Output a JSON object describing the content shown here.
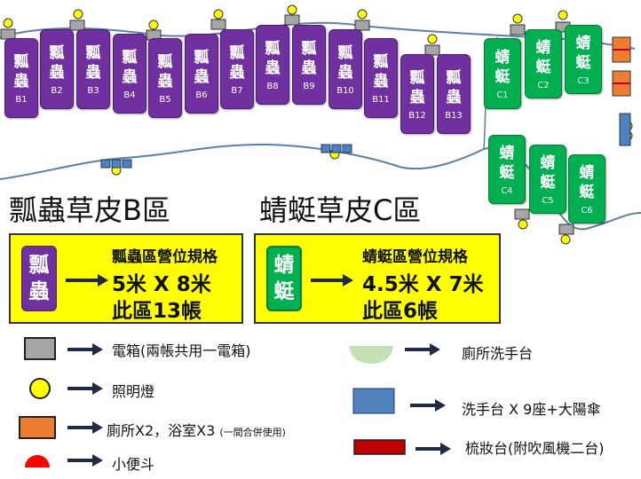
{
  "zone_b": {
    "char1": "瓢",
    "char2": "蟲",
    "heading": "瓢蟲草皮B區",
    "spec_title": "瓢蟲區營位規格",
    "spec_size": "5米 X 8米",
    "spec_count": "此區13帳",
    "sites": [
      "B1",
      "B2",
      "B3",
      "B4",
      "B5",
      "B6",
      "B7",
      "B8",
      "B9",
      "B10",
      "B11",
      "B12",
      "B13"
    ]
  },
  "zone_c": {
    "char1": "蜻",
    "char2": "蜓",
    "heading": "蜻蜓草皮C區",
    "spec_title": "蜻蜓區營位規格",
    "spec_size": "4.5米 X 7米",
    "spec_count": "此區6帳",
    "sites": [
      "C1",
      "C2",
      "C3",
      "C4",
      "C5",
      "C6"
    ]
  },
  "legend": {
    "power_box": "電箱(兩帳共用一電箱)",
    "light": "照明燈",
    "toilet": "廁所X2，浴室X3",
    "toilet_note": "(一間合併使用)",
    "urinal": "小便斗",
    "sink": "廁所洗手台",
    "wash": "洗手台 X 9座+大陽傘",
    "vanity": "梳妝台(附吹風機二台)"
  },
  "colors": {
    "zone_b": "#7030a0",
    "zone_c": "#00b050",
    "info_box": "#ffff00",
    "power_box": "#a6a6a6",
    "light": "#ffff00",
    "toilet": "#ed7d31",
    "urinal": "#ff0000",
    "sink": "#c5e0b4",
    "wash": "#4f81bd",
    "vanity": "#c00000",
    "path": "#5b7fa6"
  }
}
